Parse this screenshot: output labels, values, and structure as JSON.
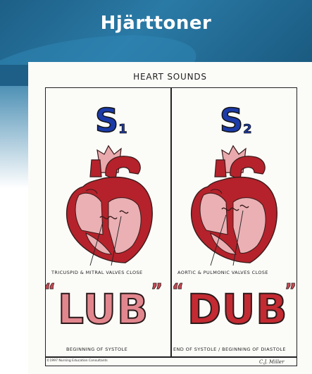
{
  "slide": {
    "title": "Hjärttoner"
  },
  "figure": {
    "title": "HEART SOUNDS",
    "left": {
      "sound_symbol": "S",
      "sound_index": "1",
      "valve_caption": "TRICUSPID & MITRAL VALVES CLOSE",
      "word": "LUB",
      "phase_caption": "BEGINNING OF SYSTOLE"
    },
    "right": {
      "sound_symbol": "S",
      "sound_index": "2",
      "valve_caption": "AORTIC & PULMONIC VALVES CLOSE",
      "word": "DUB",
      "phase_caption": "END OF SYSTOLE / BEGINNING OF DIASTOLE"
    },
    "quote_mark": "“",
    "quote_mark_close": "”",
    "credit": "©1997 Nursing Education Consultants",
    "signature": "C.J. Miller"
  },
  "colors": {
    "banner": "#1d5f86",
    "s_label": "#1c3ba8",
    "lub": "#e2868e",
    "dub": "#c42a32",
    "heart_dark": "#b5222b",
    "heart_light": "#eab0b4"
  }
}
